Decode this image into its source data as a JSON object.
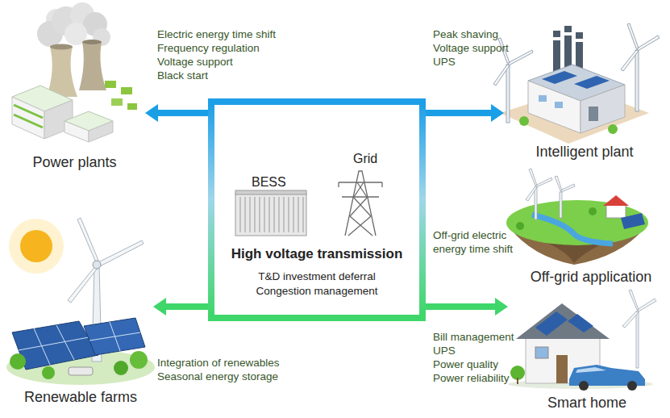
{
  "diagram": {
    "nodes": [
      {
        "text": [
          "BESS",
          "Grid",
          "High voltage transmission",
          "T&D investment deferral",
          "Congestion management"
        ]
      },
      {
        "text": [
          "Power plants"
        ]
      },
      {
        "text": [
          "Renewable farms"
        ]
      },
      {
        "text": [
          "Intelligent plant"
        ]
      },
      {
        "text": [
          "Off-grid application"
        ]
      },
      {
        "text": [
          "Smart home"
        ]
      }
    ],
    "edges": [
      {
        "from": 0,
        "to": 1,
        "arrow": "to"
      },
      {
        "from": 0,
        "to": 2,
        "arrow": "to"
      },
      {
        "from": 0,
        "to": 3,
        "arrow": "to"
      },
      {
        "from": 0,
        "to": 5,
        "arrow": "to"
      }
    ],
    "labels": [
      "Electric energy time shift",
      "Frequency regulation",
      "Voltage support",
      "Black start",
      "Peak shaving",
      "Voltage support",
      "UPS",
      "Off-grid electric energy time shift",
      "Integration of renewables",
      "Seasonal energy storage",
      "Bill management",
      "UPS",
      "Power quality",
      "Power reliability"
    ]
  }
}
